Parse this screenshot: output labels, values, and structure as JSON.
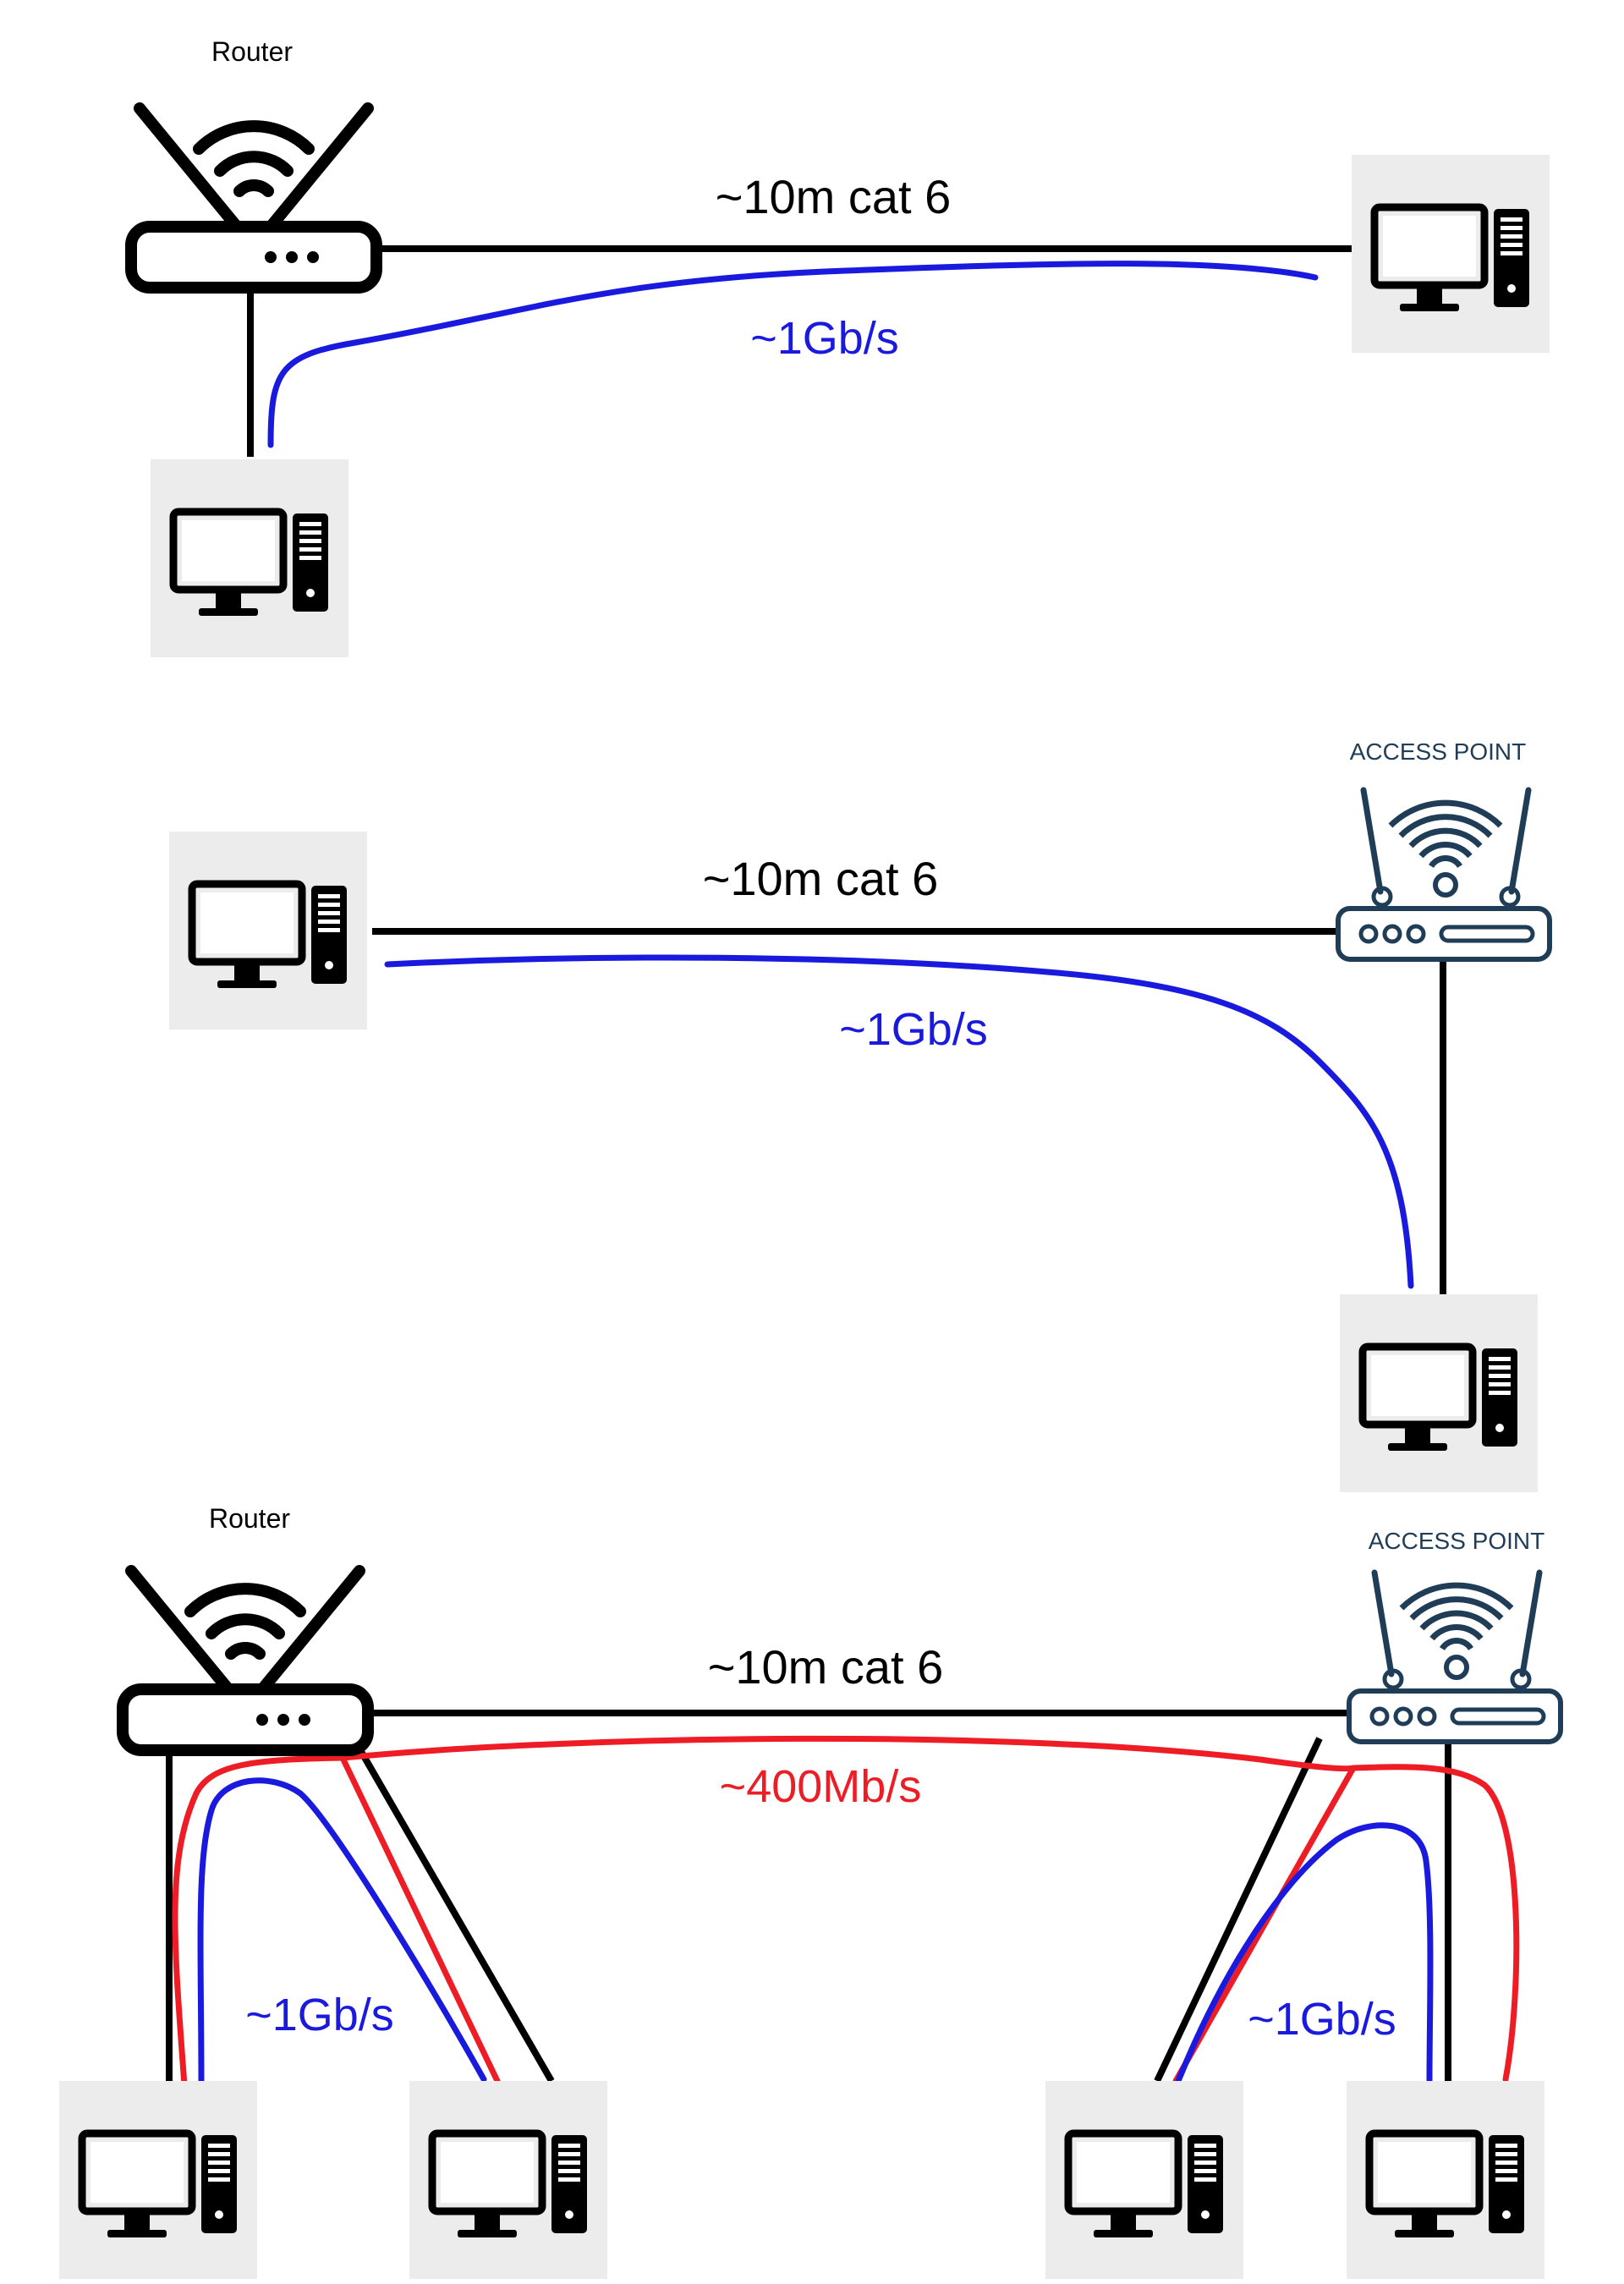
{
  "colors": {
    "cable": "#000000",
    "gigabit": "#1a1adf",
    "limited": "#ee1c24",
    "access_point": "#1f3d57",
    "tile": "#ececec"
  },
  "icons": {
    "router": "router-icon",
    "access_point": "access-point-icon",
    "computer": "desktop-computer-icon"
  },
  "section1": {
    "router_label": "Router",
    "cable_label": "~10m cat 6",
    "speed_label": "~1Gb/s"
  },
  "section2": {
    "ap_label": "ACCESS POINT",
    "cable_label": "~10m cat 6",
    "speed_label": "~1Gb/s"
  },
  "section3": {
    "router_label": "Router",
    "ap_label": "ACCESS POINT",
    "cable_label": "~10m cat 6",
    "cross_speed_label": "~400Mb/s",
    "router_side_speed_label": "~1Gb/s",
    "ap_side_speed_label": "~1Gb/s"
  }
}
